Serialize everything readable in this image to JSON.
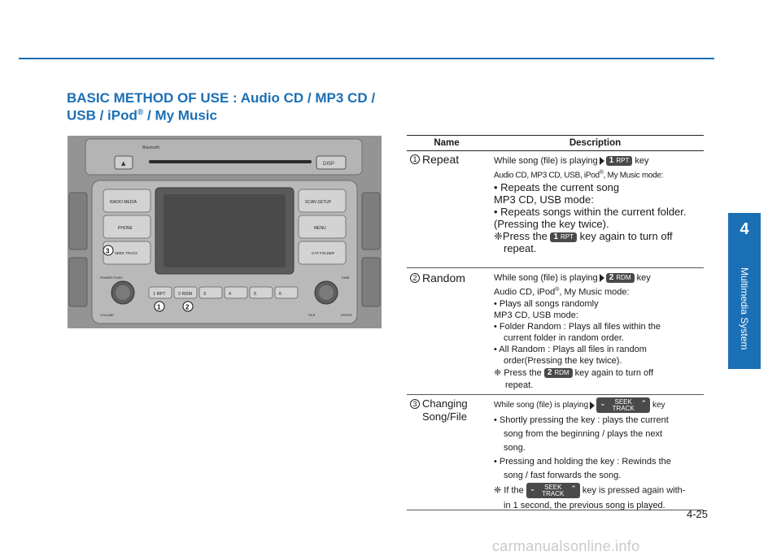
{
  "section": {
    "number": "4",
    "label": "Multimedia System"
  },
  "title": {
    "line1": "BASIC METHOD OF USE : Audio CD / MP3 CD /",
    "line2_pre": "USB / iPod",
    "line2_sup": "®",
    "line2_post": " / My Music"
  },
  "panel": {
    "labels": {
      "bluetooth": "Bluetooth",
      "eject": "▲",
      "disp": "DISP",
      "radio_media": "RADIO MEDIA",
      "phone": "PHONE",
      "seek_track": "SEEK TRACK",
      "scan_setup": "SCAN SETUP",
      "menu": "MENU",
      "cat_folder": "CAT FOLDER",
      "power": "POWER PUSH",
      "volume": "VOLUME",
      "tune": "TUNE",
      "file": "FILE",
      "enter": "ENTER",
      "presets": [
        "1 RPT",
        "2 RDM",
        "3",
        "4",
        "5",
        "6"
      ]
    },
    "callouts": [
      "1",
      "2",
      "3"
    ]
  },
  "table": {
    "header_name": "Name",
    "header_desc": "Description",
    "rows": [
      {
        "num": "1",
        "name": "Repeat",
        "line1_pre": "While song (file) is playing",
        "key": "RPT",
        "key_num": "1",
        "line1_post": "key",
        "line2_pre": "Audio CD, MP3 CD, USB, iPod",
        "line2_sup": "®",
        "line2_post": ", My Music mode:",
        "line3": "• Repeats the current song",
        "line4": "MP3 CD, USB mode:",
        "line5": "• Repeats songs within the current folder.",
        "line6": "(Pressing the key twice).",
        "line7_pre": "❈Press the",
        "line7_post": "key again to turn off",
        "line8": "repeat."
      },
      {
        "num": "2",
        "name": "Random",
        "line1_pre": "While song (file) is playing",
        "key": "RDM",
        "key_num": "2",
        "line1_post": "key",
        "line2_pre": "Audio CD, iPod",
        "line2_sup": "®",
        "line2_post": ", My Music mode:",
        "line3": "• Plays all songs randomly",
        "line4": "MP3 CD, USB mode:",
        "line5": "• Folder Random : Plays all files within the",
        "line6": "current folder in random order.",
        "line7": "• All Random : Plays all files in random",
        "line8": "order(Pressing the key twice).",
        "line9_pre": "❈ Press the",
        "line9_post": "key again to turn off",
        "line10": "repeat."
      },
      {
        "num": "3",
        "name_line1": "Changing",
        "name_line2": "Song/File",
        "line1_pre": "While song (file) is playing",
        "key_top": "SEEK",
        "key_bottom": "TRACK",
        "line1_post": "key",
        "line2": "• Shortly pressing the key : plays the current",
        "line3": "song from the beginning / plays the next",
        "line4": "song.",
        "line5": "• Pressing and holding the key : Rewinds the",
        "line6": "song / fast forwards the song.",
        "line7_pre": "❈ If the",
        "line7_post": "key is pressed again with-",
        "line8": "in 1 second, the previous song is played."
      }
    ]
  },
  "page_number": "4-25",
  "watermark": "carmanualsonline.info"
}
